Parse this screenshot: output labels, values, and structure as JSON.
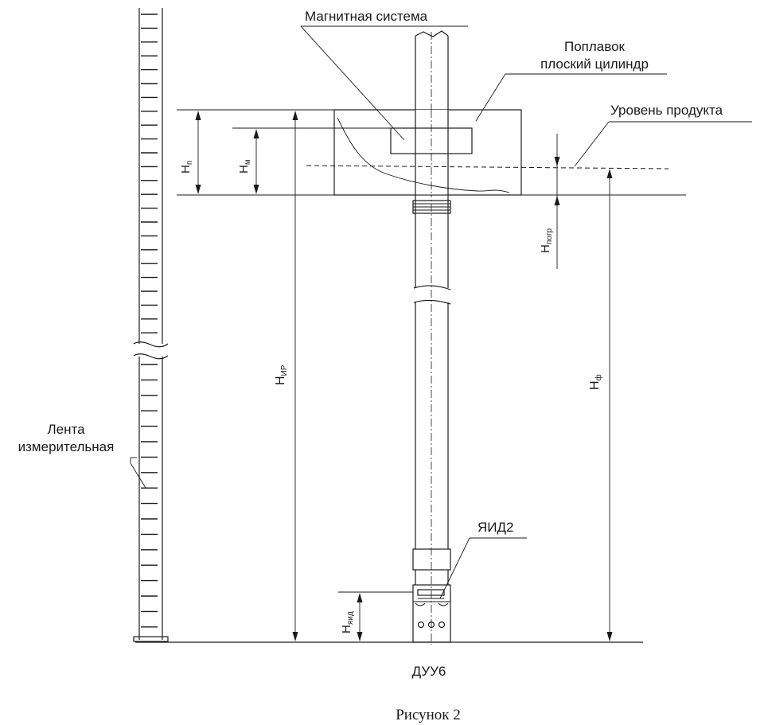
{
  "labels": {
    "magnet_system": "Магнитная система",
    "float_line1": "Поплавок",
    "float_line2": "плоский цилиндр",
    "product_level": "Уровень продукта",
    "tape_line1": "Лента",
    "tape_line2": "измерительная",
    "sensor": "ЯИД2",
    "device": "ДУУ6",
    "caption": "Рисунок 2"
  },
  "dimensions": {
    "h_float": {
      "base": "H",
      "sub": "п"
    },
    "h_magnet": {
      "base": "H",
      "sub": "м"
    },
    "h_immersion": {
      "base": "H",
      "sub": "погр"
    },
    "h_ir": {
      "base": "H",
      "sub": "ИР"
    },
    "h_f": {
      "base": "H",
      "sub": "ф"
    },
    "h_sensor": {
      "base": "H",
      "sub": "яид"
    }
  },
  "colors": {
    "ink": "#1a1a1a",
    "paper": "#ffffff"
  }
}
